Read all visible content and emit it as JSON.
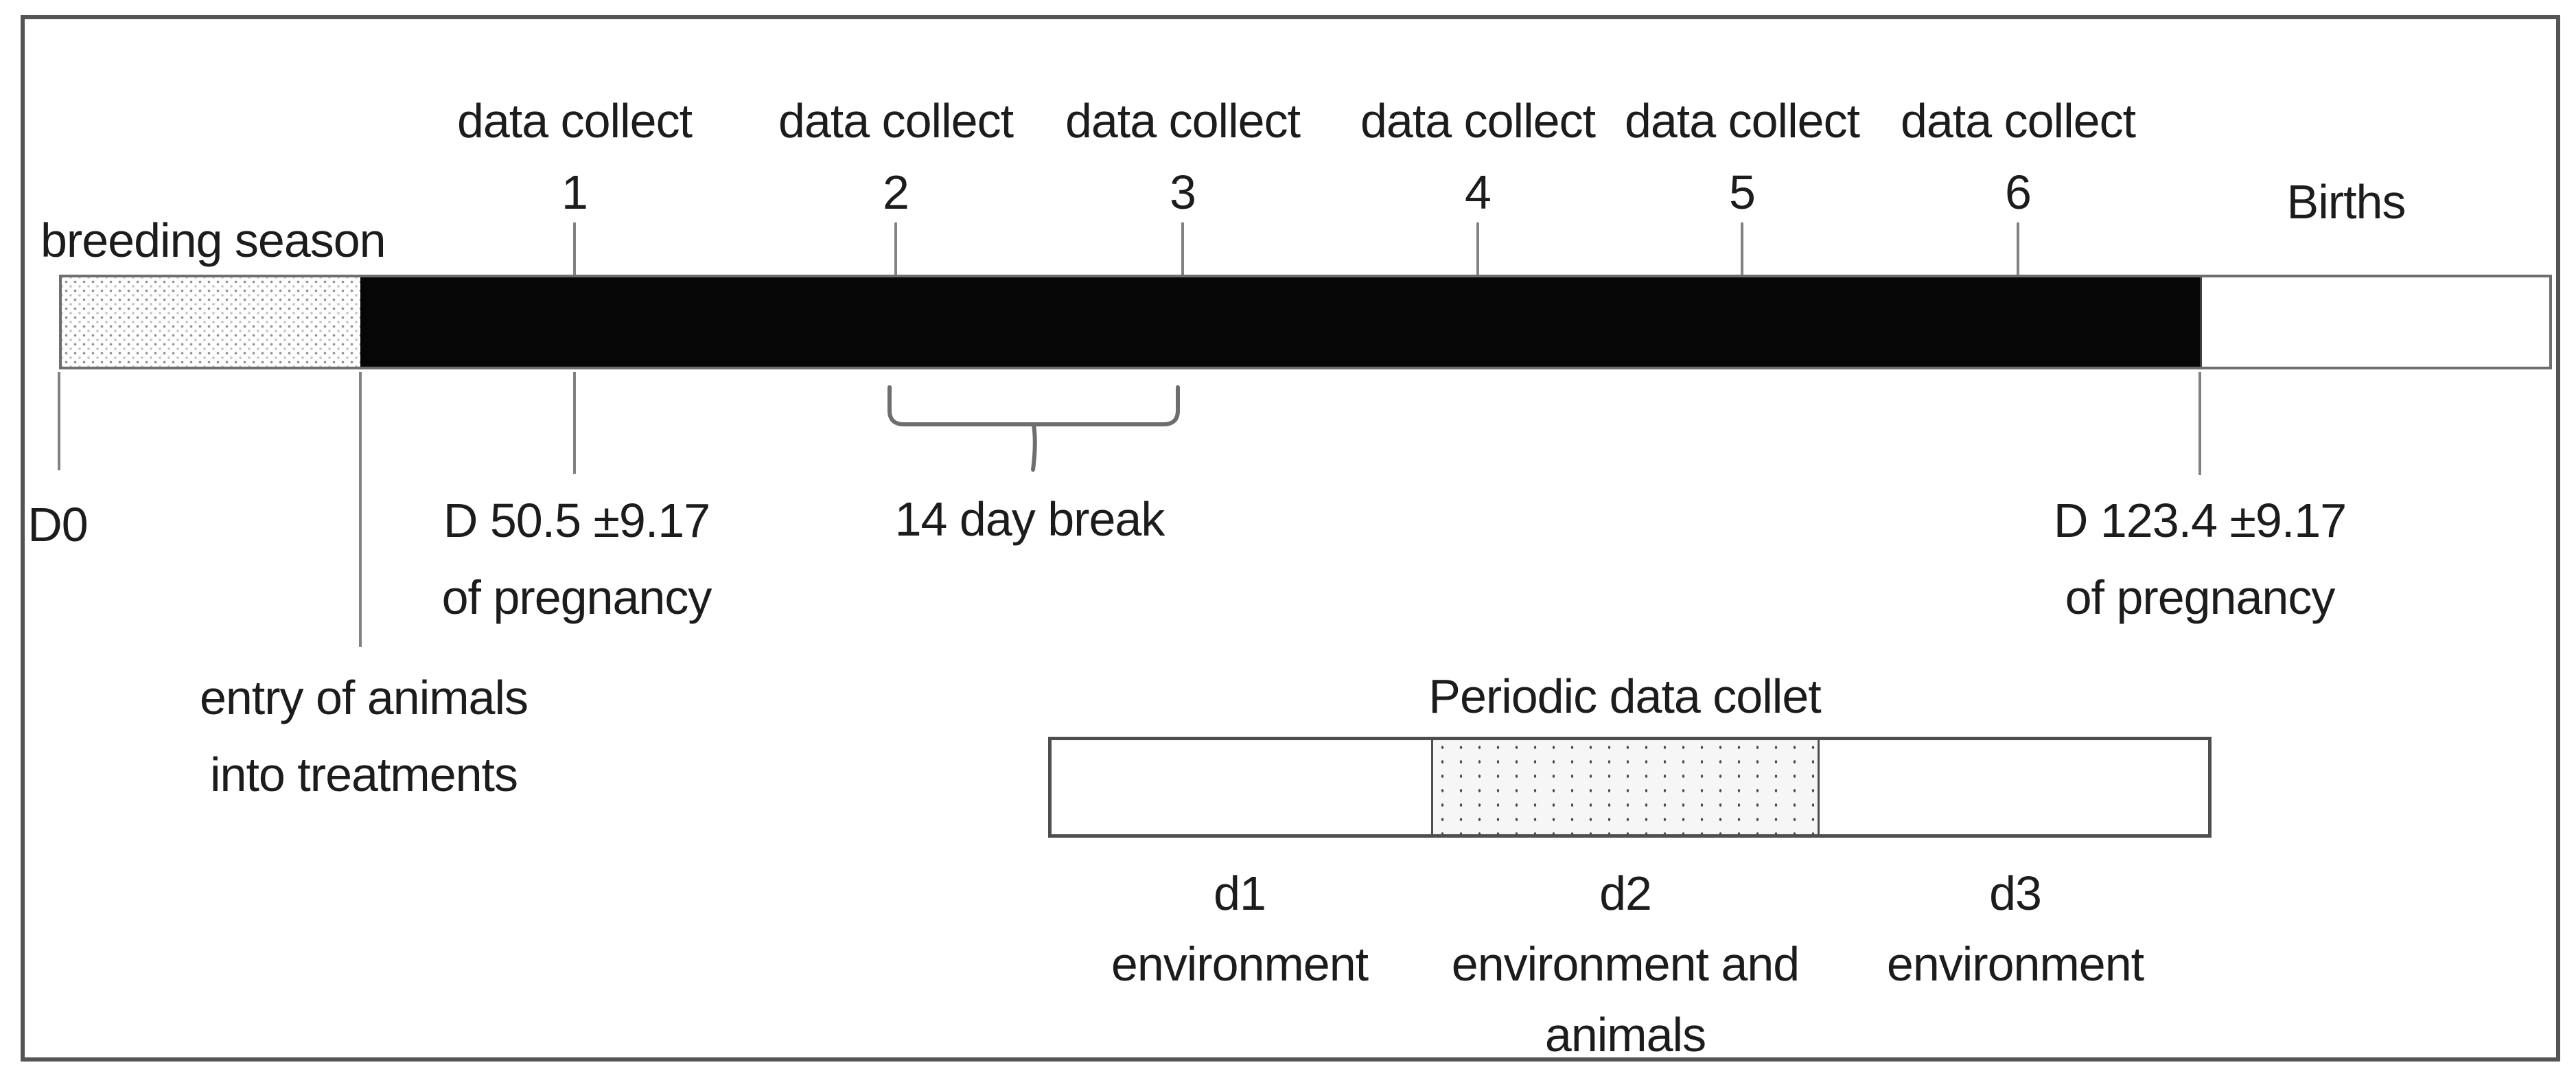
{
  "timeline": {
    "breeding_label": "breeding season",
    "births_label": "Births",
    "d0_label": "D0",
    "collects": [
      {
        "label": "data collect",
        "number": "1"
      },
      {
        "label": "data collect",
        "number": "2"
      },
      {
        "label": "data collect",
        "number": "3"
      },
      {
        "label": "data collect",
        "number": "4"
      },
      {
        "label": "data collect",
        "number": "5"
      },
      {
        "label": "data collect",
        "number": "6"
      }
    ],
    "entry_label_line1": "entry of animals",
    "entry_label_line2": "into treatments",
    "start_pregnancy_line1": "D 50.5 ±9.17",
    "start_pregnancy_line2": "of pregnancy",
    "break_label": "14 day break",
    "end_pregnancy_line1": "D 123.4 ±9.17",
    "end_pregnancy_line2": "of pregnancy"
  },
  "periodic": {
    "title": "Periodic data collet",
    "sections": [
      {
        "line1": "d1",
        "line2": "environment",
        "line3": ""
      },
      {
        "line1": "d2",
        "line2": "environment and",
        "line3": "animals"
      },
      {
        "line1": "d3",
        "line2": "environment",
        "line3": ""
      }
    ]
  },
  "colors": {
    "bar_black": "#060606",
    "tick_gray": "#828282",
    "frame_gray": "#555555"
  }
}
